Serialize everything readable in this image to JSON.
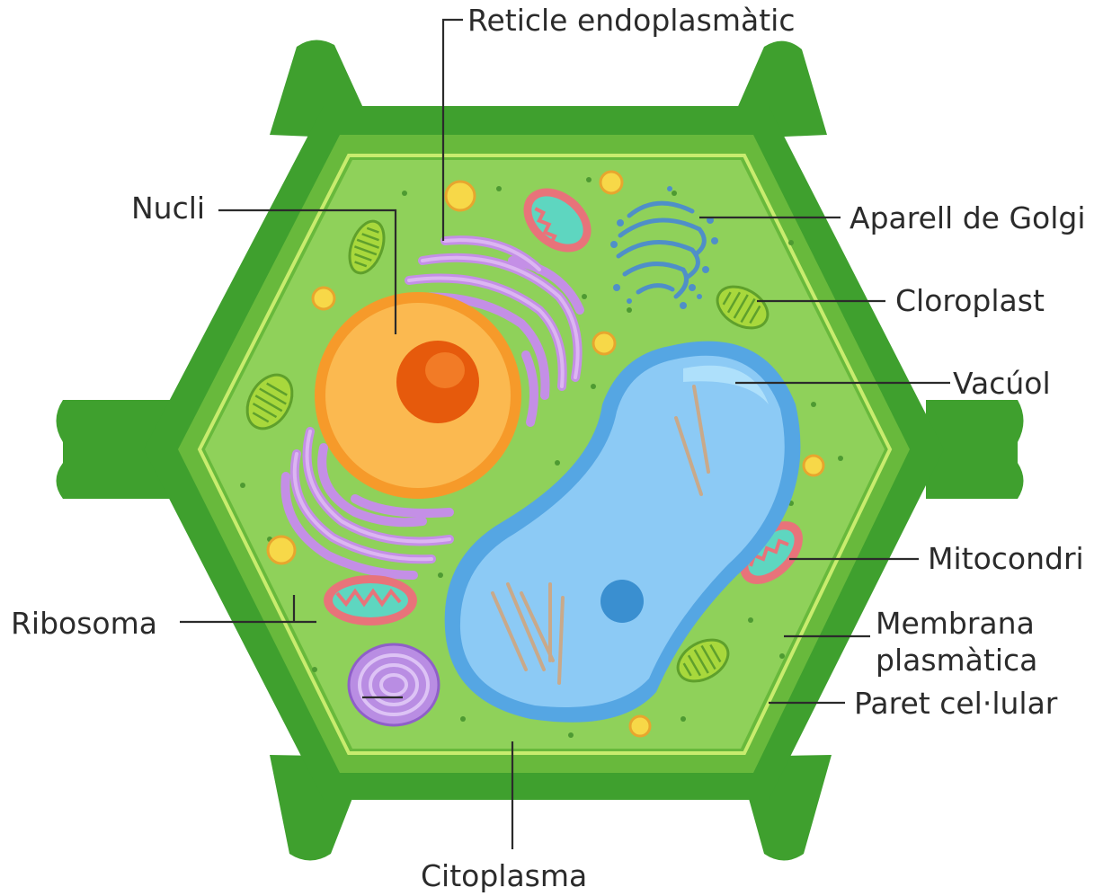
{
  "labels": {
    "endoplasmic_reticulum": "Reticle endoplasmàtic",
    "nucleus": "Nucli",
    "golgi": "Aparell de Golgi",
    "chloroplast": "Cloroplast",
    "vacuole": "Vacúol",
    "mitochondrion": "Mitocondri",
    "plasma_membrane_line1": "Membrana",
    "plasma_membrane_line2": "plasmàtica",
    "cell_wall": "Paret cel·lular",
    "ribosome": "Ribosoma",
    "cytoplasm": "Citoplasma"
  },
  "colors": {
    "cell_wall_outer": "#3fa02e",
    "cell_wall_inner": "#68b93c",
    "cytoplasm": "#8fd15a",
    "nucleus": "#f9a93a",
    "nucleolus": "#e65a0c",
    "vacuole": "#8ccaf5",
    "vacuole_rim": "#55a6e3",
    "endoplasmic_reticulum": "#c48fe6",
    "golgi": "#4f8fc8",
    "mitochondrion": "#e8737a",
    "chloroplast": "#a8d83c",
    "ribosome": "#f7d848"
  }
}
